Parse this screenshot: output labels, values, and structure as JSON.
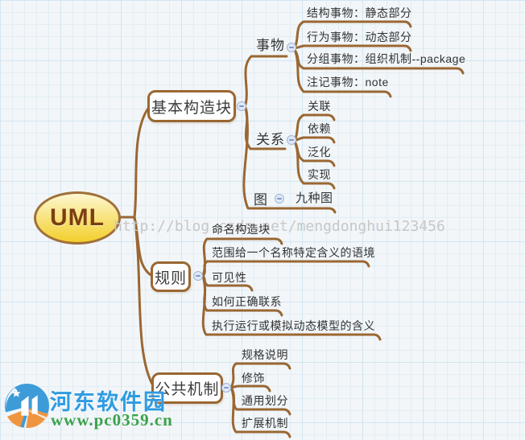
{
  "mindmap": {
    "root": {
      "label": "UML"
    },
    "branches": [
      {
        "label": "基本构造块",
        "children": [
          {
            "label": "事物",
            "children": [
              {
                "label": "结构事物：静态部分"
              },
              {
                "label": "行为事物：动态部分"
              },
              {
                "label": "分组事物：组织机制--package"
              },
              {
                "label": "注记事物：note"
              }
            ]
          },
          {
            "label": "关系",
            "children": [
              {
                "label": "关联"
              },
              {
                "label": "依赖"
              },
              {
                "label": "泛化"
              },
              {
                "label": "实现"
              }
            ]
          },
          {
            "label": "图",
            "children": [
              {
                "label": "九种图"
              }
            ]
          }
        ]
      },
      {
        "label": "规则",
        "children": [
          {
            "label": "命名构造块"
          },
          {
            "label": "范围给一个名称特定含义的语境"
          },
          {
            "label": "可见性"
          },
          {
            "label": "如何正确联系"
          },
          {
            "label": "执行运行或模拟动态模型的含义"
          }
        ]
      },
      {
        "label": "公共机制",
        "children": [
          {
            "label": "规格说明"
          },
          {
            "label": "修饰"
          },
          {
            "label": "通用划分"
          },
          {
            "label": "扩展机制"
          }
        ]
      }
    ]
  },
  "watermark": {
    "text": "http://blog.csdn.net/mengdonghui123456"
  },
  "site_logo": {
    "name": "河东软件园",
    "url": "www.pc0359.cn"
  },
  "colors": {
    "branch_line": "#9A6732",
    "topic_fill": "#FFFFFF",
    "root_fill_top": "#FDF7D0",
    "root_fill_bottom": "#F3CF2B",
    "root_border": "#A0703A",
    "root_text": "#7B3E10",
    "topic_text": "#3C3C3C",
    "collapse_fill": "#DFE8F7",
    "collapse_border": "#9FB6D8",
    "watermark_gray": "#C7C7C7",
    "logo_blue": "#2F9BE1",
    "logo_green": "#3BA24B",
    "logo_orange": "#F0953F",
    "grid_line": "#D3E5F0"
  }
}
